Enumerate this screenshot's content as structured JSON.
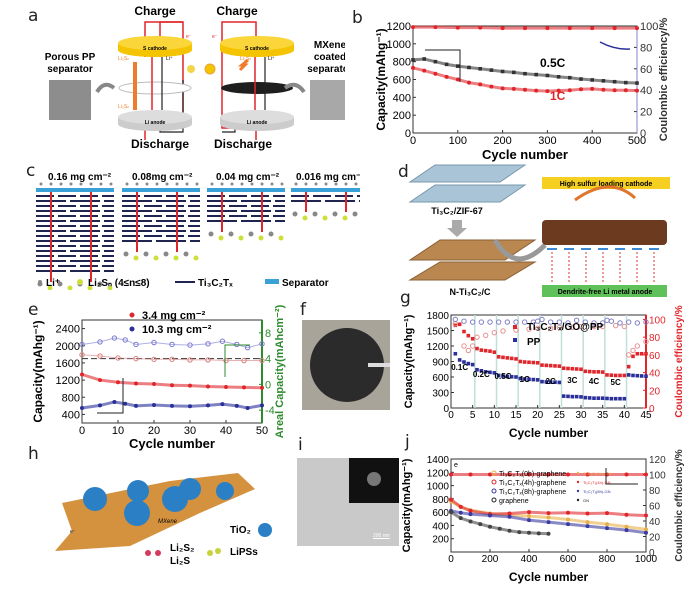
{
  "panels": {
    "a": {
      "label": "a",
      "charge": "Charge",
      "discharge": "Discharge",
      "cathode": "S cathode",
      "anode": "Li anode",
      "li_plus": "Li⁺",
      "electron": "e⁻",
      "li2sn": "Li₂Sₙ",
      "left_separator": [
        "Porous PP",
        "separator"
      ],
      "right_separator": [
        "MXene",
        "coated",
        "separator"
      ]
    },
    "c": {
      "label": "c",
      "loadings": [
        "0.16 mg cm⁻²",
        "0.08mg cm⁻²",
        "0.04 mg cm⁻²",
        "0.016 mg cm⁻²"
      ],
      "legend": [
        "Li⁺",
        "Li₂Sₙ (4≤n≤8)",
        "Ti₃C₂Tₓ",
        "Separator"
      ]
    },
    "d": {
      "label": "d",
      "top_material": "Ti₃C₂/ZIF-67",
      "bottom_material": "N-Ti₃C₂/C",
      "cathode_box": "High sulfur loading cathode",
      "anode_box": "Dendrite-free Li metal anode"
    },
    "f": {
      "label": "f"
    },
    "h": {
      "label": "h",
      "mxene": "MXene",
      "electron": "e⁻",
      "legend_tio2": "TiO₂",
      "legend_li2s2": "Li₂S₂",
      "legend_li2s": "Li₂S",
      "legend_lipss": "LiPSs"
    },
    "i": {
      "label": "i",
      "scale_bar": "200 nm"
    }
  },
  "colors": {
    "red": "#e0262b",
    "black": "#333333",
    "blue": "#2a2f9a",
    "green": "#2e8b2e",
    "orange": "#e8a43a",
    "gray": "#555555"
  },
  "chart_data": [
    {
      "id": "b",
      "label": "b",
      "type": "scatter",
      "xlabel": "Cycle number",
      "ylabel": "Capacity(mAhg⁻¹)",
      "y2label": "Coulombic efficiency/%",
      "xlim": [
        0,
        500
      ],
      "ylim": [
        0,
        1200
      ],
      "y2lim": [
        0,
        100
      ],
      "xticks": [
        "0",
        "100",
        "200",
        "300",
        "400",
        "500"
      ],
      "yticks": [
        "0",
        "200",
        "400",
        "600",
        "800",
        "1000",
        "1200"
      ],
      "y2ticks": [
        "0",
        "20",
        "40",
        "60",
        "80",
        "100"
      ],
      "annotations": [
        "0.5C",
        "1C"
      ],
      "series": [
        {
          "name": "0.5C capacity",
          "color": "#333333",
          "axis": "left",
          "marker": "square",
          "x": [
            0,
            25,
            50,
            75,
            100,
            125,
            150,
            175,
            200,
            225,
            250,
            275,
            300,
            325,
            350,
            375,
            400,
            425,
            450,
            475,
            500
          ],
          "y": [
            820,
            830,
            800,
            770,
            750,
            735,
            720,
            705,
            690,
            680,
            665,
            655,
            645,
            630,
            620,
            605,
            595,
            585,
            575,
            565,
            560
          ]
        },
        {
          "name": "1C capacity",
          "color": "#e0262b",
          "axis": "left",
          "marker": "circle",
          "x": [
            0,
            25,
            50,
            75,
            100,
            125,
            150,
            175,
            200,
            225,
            250,
            275,
            300,
            325,
            350,
            375,
            400,
            425,
            450,
            475,
            500
          ],
          "y": [
            730,
            700,
            665,
            630,
            600,
            565,
            545,
            520,
            500,
            495,
            485,
            475,
            470,
            475,
            480,
            490,
            495,
            485,
            480,
            480,
            475
          ]
        },
        {
          "name": "Coulombic efficiency",
          "color": "#e0262b",
          "axis": "right",
          "marker": "circle",
          "x": [
            0,
            50,
            100,
            150,
            200,
            250,
            300,
            350,
            400,
            450,
            500
          ],
          "y": [
            99,
            99,
            98.5,
            98.5,
            98,
            98,
            98,
            98,
            98,
            98,
            98
          ]
        }
      ]
    },
    {
      "id": "e",
      "label": "e",
      "type": "scatter",
      "xlabel": "Cycle number",
      "ylabel": "Capacity(mAhg⁻¹)",
      "y2label": "Areal Capacity(mAhcm⁻²)",
      "xlim": [
        0,
        50
      ],
      "ylim": [
        200,
        2600
      ],
      "y2lim": [
        -6,
        10
      ],
      "xticks": [
        "0",
        "10",
        "20",
        "30",
        "40",
        "50"
      ],
      "yticks": [
        "400",
        "800",
        "1200",
        "1600",
        "2000",
        "2400"
      ],
      "y2ticks": [
        "-4",
        "0",
        "4",
        "8"
      ],
      "legend": [
        "3.4 mg cm⁻²",
        "10.3 mg cm⁻²"
      ],
      "series": [
        {
          "name": "3.4 mg cm⁻² gravimetric",
          "color": "#e0262b",
          "axis": "left",
          "marker": "circle",
          "x": [
            0,
            5,
            10,
            15,
            20,
            25,
            30,
            35,
            40,
            45,
            50
          ],
          "y": [
            1330,
            1200,
            1150,
            1120,
            1110,
            1080,
            1070,
            1050,
            1040,
            1030,
            1020
          ]
        },
        {
          "name": "10.3 mg cm⁻² gravimetric",
          "color": "#2a2f9a",
          "axis": "left",
          "marker": "circle",
          "x": [
            0,
            5,
            9,
            12,
            15,
            20,
            25,
            30,
            35,
            39,
            43,
            46,
            50
          ],
          "y": [
            550,
            610,
            690,
            650,
            600,
            620,
            600,
            590,
            610,
            640,
            600,
            550,
            610
          ]
        },
        {
          "name": "3.4 mg cm⁻² areal",
          "color": "#d98080",
          "axis": "right",
          "marker": "hollow",
          "x": [
            0,
            5,
            10,
            15,
            20,
            25,
            30,
            35,
            40,
            45,
            50
          ],
          "y": [
            4.6,
            4.4,
            4.1,
            4.0,
            3.9,
            3.9,
            3.8,
            3.8,
            3.7,
            3.7,
            3.7
          ]
        },
        {
          "name": "10.3 mg cm⁻² areal",
          "color": "#7a7ad0",
          "axis": "right",
          "marker": "hollow",
          "x": [
            0,
            5,
            9,
            12,
            15,
            20,
            25,
            30,
            35,
            39,
            43,
            46,
            50
          ],
          "y": [
            6.2,
            6.6,
            7.2,
            6.9,
            6.2,
            6.5,
            6.2,
            6.1,
            6.3,
            6.7,
            6.2,
            5.7,
            6.3
          ]
        }
      ],
      "reference_line_areal": 4
    },
    {
      "id": "g",
      "label": "g",
      "type": "scatter",
      "xlabel": "Cycle number",
      "ylabel": "Capacity(mAhg⁻¹)",
      "y2label": "Coulombic efficiency/%",
      "xlim": [
        0,
        45
      ],
      "ylim": [
        0,
        1800
      ],
      "y2lim": [
        0,
        105
      ],
      "xticks": [
        "0",
        "5",
        "10",
        "15",
        "20",
        "25",
        "30",
        "35",
        "40",
        "45"
      ],
      "yticks": [
        "0",
        "300",
        "600",
        "900",
        "1200",
        "1500",
        "1800"
      ],
      "y2ticks": [
        "0",
        "20",
        "40",
        "60",
        "80",
        "100"
      ],
      "legend": [
        "Ti₃C₂Tₓ/GO@PP",
        "PP"
      ],
      "rate_labels": [
        "0.1C",
        "0.2C",
        "0.5C",
        "1C",
        "2C",
        "3C",
        "4C",
        "5C"
      ],
      "series": [
        {
          "name": "Ti₃C₂Tₓ/GO@PP capacity",
          "color": "#e0262b",
          "axis": "left",
          "marker": "square",
          "x": [
            1,
            2,
            3,
            4,
            5,
            6,
            7,
            8,
            9,
            10,
            11,
            12,
            13,
            14,
            15,
            16,
            17,
            18,
            19,
            20,
            21,
            22,
            23,
            24,
            25,
            26,
            27,
            28,
            29,
            30,
            31,
            32,
            33,
            34,
            35,
            36,
            37,
            38,
            39,
            40,
            41,
            42,
            43,
            44,
            45
          ],
          "y": [
            1600,
            1620,
            1480,
            1400,
            1340,
            1150,
            1120,
            1110,
            1100,
            1080,
            990,
            980,
            970,
            960,
            950,
            900,
            890,
            885,
            880,
            875,
            830,
            825,
            820,
            815,
            810,
            770,
            765,
            760,
            755,
            750,
            710,
            705,
            700,
            700,
            695,
            640,
            635,
            630,
            630,
            630,
            800,
            1000,
            1050,
            1050,
            1050
          ]
        },
        {
          "name": "PP capacity",
          "color": "#2a2f9a",
          "axis": "left",
          "marker": "square",
          "x": [
            1,
            2,
            3,
            4,
            5,
            6,
            7,
            8,
            9,
            10,
            11,
            12,
            13,
            14,
            15,
            16,
            17,
            18,
            19,
            20,
            21,
            22,
            23,
            24,
            25,
            26,
            27,
            28,
            29,
            30,
            31,
            32,
            33,
            34,
            35,
            36,
            37,
            38,
            39,
            40,
            41,
            42,
            43,
            44,
            45
          ],
          "y": [
            1050,
            930,
            890,
            860,
            840,
            740,
            720,
            700,
            690,
            680,
            630,
            620,
            610,
            605,
            600,
            570,
            560,
            555,
            550,
            545,
            510,
            505,
            500,
            500,
            495,
            230,
            225,
            220,
            220,
            215,
            200,
            195,
            190,
            190,
            190,
            185,
            180,
            180,
            180,
            180,
            640,
            630,
            625,
            620,
            615
          ]
        },
        {
          "name": "Ti₃C₂Tₓ/GO@PP CE",
          "color": "#e89090",
          "axis": "right",
          "marker": "hollow",
          "x": [
            1,
            3,
            4,
            5,
            6,
            8,
            10,
            12,
            15,
            18,
            20,
            23,
            25,
            28,
            30,
            33,
            35,
            38,
            40,
            41,
            42,
            43,
            45
          ],
          "y": [
            95,
            70,
            65,
            70,
            80,
            82,
            85,
            87,
            88,
            89,
            90,
            90,
            91,
            91,
            92,
            92,
            92,
            93,
            92,
            60,
            65,
            70,
            75
          ]
        },
        {
          "name": "PP CE",
          "color": "#8080c8",
          "axis": "right",
          "marker": "hollow",
          "x": [
            1,
            3,
            5,
            7,
            9,
            11,
            13,
            15,
            17,
            19,
            20,
            21,
            23,
            25,
            27,
            29,
            31,
            33,
            35,
            36,
            37,
            39,
            41,
            43,
            45
          ],
          "y": [
            100,
            98,
            97,
            97,
            97,
            97,
            97,
            97,
            97,
            97,
            98,
            100,
            97,
            97,
            96,
            99,
            97,
            96,
            96,
            99,
            98,
            96,
            97,
            96,
            97
          ]
        }
      ]
    },
    {
      "id": "j",
      "label": "j",
      "inset_label": "e",
      "type": "scatter",
      "xlabel": "Cycle number",
      "ylabel": "Capacity(mAhg⁻¹)",
      "y2label": "Coulombic efficiency/%",
      "xlim": [
        0,
        1000
      ],
      "ylim": [
        0,
        1400
      ],
      "y2lim": [
        0,
        120
      ],
      "xticks": [
        "0",
        "200",
        "400",
        "600",
        "800",
        "1000"
      ],
      "yticks": [
        "200",
        "400",
        "600",
        "800",
        "1000",
        "1200",
        "1400"
      ],
      "y2ticks": [
        "0",
        "20",
        "40",
        "60",
        "80",
        "100",
        "120"
      ],
      "legend": [
        "Ti₃C₂Tₓ(0h)-graphene",
        "Ti₃C₂Tₓ(4h)-graphene",
        "Ti₃C₂Tₓ(8h)-graphene",
        "graphene"
      ],
      "legend_ce": [
        "Ti₃C₂Tₓ(0h)-GN",
        "Ti₃C₂Tₓ(4h)-GN",
        "Ti₃C₂Tₓ(8h)-GN",
        "GN"
      ],
      "series": [
        {
          "name": "Ti₃C₂Tₓ(0h)-graphene",
          "color": "#e8b04a",
          "axis": "left",
          "marker": "circle",
          "x": [
            0,
            50,
            100,
            200,
            300,
            400,
            500,
            600,
            700,
            800,
            900,
            1000
          ],
          "y": [
            760,
            680,
            630,
            580,
            560,
            540,
            520,
            490,
            450,
            420,
            380,
            340
          ]
        },
        {
          "name": "Ti₃C₂Tₓ(4h)-graphene",
          "color": "#e0262b",
          "axis": "left",
          "marker": "circle",
          "x": [
            0,
            50,
            100,
            200,
            300,
            400,
            500,
            600,
            700,
            800,
            900,
            1000
          ],
          "y": [
            790,
            680,
            620,
            570,
            580,
            600,
            585,
            590,
            580,
            585,
            560,
            550
          ]
        },
        {
          "name": "Ti₃C₂Tₓ(8h)-graphene",
          "color": "#3a3aa0",
          "axis": "left",
          "marker": "circle",
          "x": [
            0,
            50,
            100,
            200,
            300,
            400,
            500,
            600,
            700,
            800,
            900,
            1000
          ],
          "y": [
            620,
            590,
            570,
            550,
            530,
            480,
            450,
            420,
            390,
            360,
            330,
            290
          ]
        },
        {
          "name": "graphene",
          "color": "#444444",
          "axis": "left",
          "marker": "circle",
          "x": [
            0,
            50,
            100,
            150,
            200,
            250,
            300,
            350,
            400,
            450,
            500
          ],
          "y": [
            600,
            510,
            460,
            420,
            380,
            350,
            320,
            300,
            290,
            280,
            275
          ]
        },
        {
          "name": "Coulombic efficiency",
          "color": "#e0262b",
          "axis": "right",
          "marker": "circle",
          "x": [
            0,
            100,
            200,
            300,
            400,
            500,
            600,
            700,
            800,
            900,
            1000
          ],
          "y": [
            100,
            100,
            100,
            100,
            100,
            100,
            100,
            100,
            100,
            100,
            100
          ]
        }
      ]
    }
  ]
}
